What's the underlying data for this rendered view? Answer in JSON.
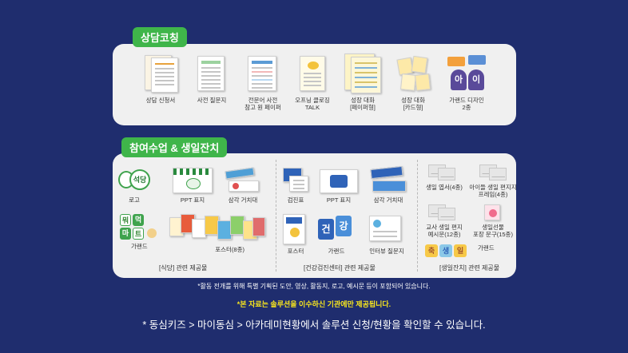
{
  "section1": {
    "title": "상담코칭",
    "items": [
      {
        "line1": "상담 신청서",
        "line2": ""
      },
      {
        "line1": "사전 질문지",
        "line2": ""
      },
      {
        "line1": "전문어 사전",
        "line2": "참고 원 페이퍼"
      },
      {
        "line1": "오프닝 클로징",
        "line2": "TALK"
      },
      {
        "line1": "성장 대화",
        "line2": "[페이퍼형]"
      },
      {
        "line1": "성장 대화",
        "line2": "[카드형]"
      },
      {
        "line1": "가랜드 디자인",
        "line2": "2종"
      }
    ],
    "garland_letters": [
      "아",
      "이"
    ]
  },
  "section2": {
    "title": "참여수업 & 생일잔치",
    "group1": {
      "items": [
        "로고",
        "PPT 표지",
        "삼각 거치대",
        "가랜드",
        "포스터(8종)"
      ],
      "logo_text": "석당",
      "garland_letters": [
        "뭐",
        "먹",
        "마",
        "트"
      ],
      "label": "[식당] 관련 제공물"
    },
    "group2": {
      "items": [
        "검진표",
        "PPT 표지",
        "삼각 거치대",
        "포스터",
        "가랜드",
        "인터뷰 질문지"
      ],
      "garland_letters": [
        "건",
        "강"
      ],
      "label": "[건강검진센터] 관련 제공물"
    },
    "group3": {
      "items": [
        {
          "line1": "생일 엽서(4종)",
          "line2": ""
        },
        {
          "line1": "아이들 생일 편지지",
          "line2": "프레임(4종)"
        },
        {
          "line1": "교사 생일 편지",
          "line2": "예시문(12종)"
        },
        {
          "line1": "생일선물",
          "line2": "포장 문구(15종)"
        },
        {
          "line1": "가랜드",
          "line2": ""
        }
      ],
      "garland_letters": [
        "축",
        "생",
        "일"
      ],
      "label": "[생일잔치] 관련 제공물"
    }
  },
  "notes": {
    "line1": "*활동 전개를 위해 특별 기획된 도안, 영상, 활동지, 로고, 예시문 등이 포함되어 있습니다.",
    "line2": "*본 자료는 솔루션을 이수하신 기관에만 제공됩니다.",
    "line3": "* 동심키즈 > 마이동심 > 아카데미현황에서 솔루션 신청/현황을 확인할 수 있습니다."
  },
  "colors": {
    "background": "#1f2d6e",
    "accent_green": "#3fb54a",
    "panel": "#f0f0f0",
    "highlight_yellow": "#f7e51e"
  }
}
